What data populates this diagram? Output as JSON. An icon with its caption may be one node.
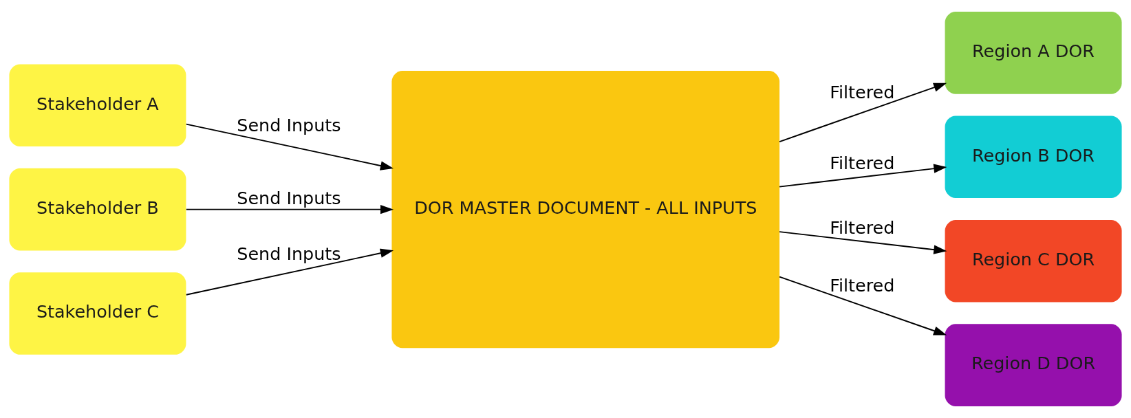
{
  "diagram": {
    "nodes": [
      {
        "text": [
          "Stakeholder A"
        ]
      },
      {
        "text": [
          "Stakeholder B"
        ]
      },
      {
        "text": [
          "Stakeholder C"
        ]
      },
      {
        "text": [
          "DOR MASTER DOCUMENT - ALL INPUTS"
        ]
      },
      {
        "text": [
          "Region A DOR"
        ]
      },
      {
        "text": [
          "Region B DOR"
        ]
      },
      {
        "text": [
          "Region C DOR"
        ]
      },
      {
        "text": [
          "Region D DOR"
        ]
      }
    ],
    "edges": [
      {
        "from": 0,
        "to": 3,
        "arrow": "to",
        "label": "Send Inputs"
      },
      {
        "from": 1,
        "to": 3,
        "arrow": "to",
        "label": "Send Inputs"
      },
      {
        "from": 2,
        "to": 3,
        "arrow": "to",
        "label": "Send Inputs"
      },
      {
        "from": 3,
        "to": 4,
        "arrow": "to",
        "label": "Filtered"
      },
      {
        "from": 3,
        "to": 5,
        "arrow": "to",
        "label": "Filtered"
      },
      {
        "from": 3,
        "to": 6,
        "arrow": "to",
        "label": "Filtered"
      },
      {
        "from": 3,
        "to": 7,
        "arrow": "to",
        "label": "Filtered"
      }
    ]
  }
}
